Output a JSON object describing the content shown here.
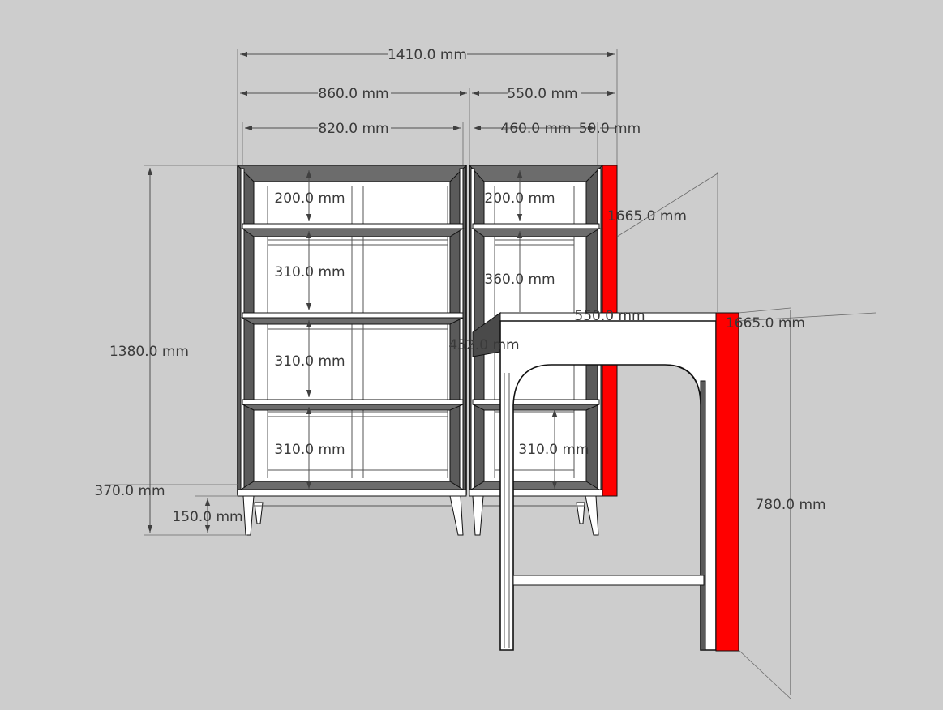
{
  "dimensions": {
    "total_width": "1410.0 mm",
    "left_cabinet_width": "860.0 mm",
    "right_cabinet_width": "550.0 mm",
    "left_inner_width": "820.0 mm",
    "right_inner_width": "460.0 mm",
    "side_panel": "50.0 mm",
    "total_height": "1380.0 mm",
    "leg_offset": "370.0 mm",
    "leg_height": "150.0 mm",
    "left_shelf_1": "200.0 mm",
    "left_shelf_2": "310.0 mm",
    "left_shelf_3": "310.0 mm",
    "left_shelf_4": "310.0 mm",
    "right_shelf_1": "200.0 mm",
    "right_shelf_2": "360.0 mm",
    "right_shelf_4": "310.0 mm",
    "depth_top": "1665.0 mm",
    "depth_table": "1665.0 mm",
    "table_width": "550.0 mm",
    "table_height": "780.0 mm",
    "overlap_label": "452.0 mm"
  },
  "colors": {
    "background": "#cdcdcd",
    "panel_red": "#ff0000",
    "inner_dark": "#5a5a5a",
    "wood_white": "#ffffff"
  }
}
